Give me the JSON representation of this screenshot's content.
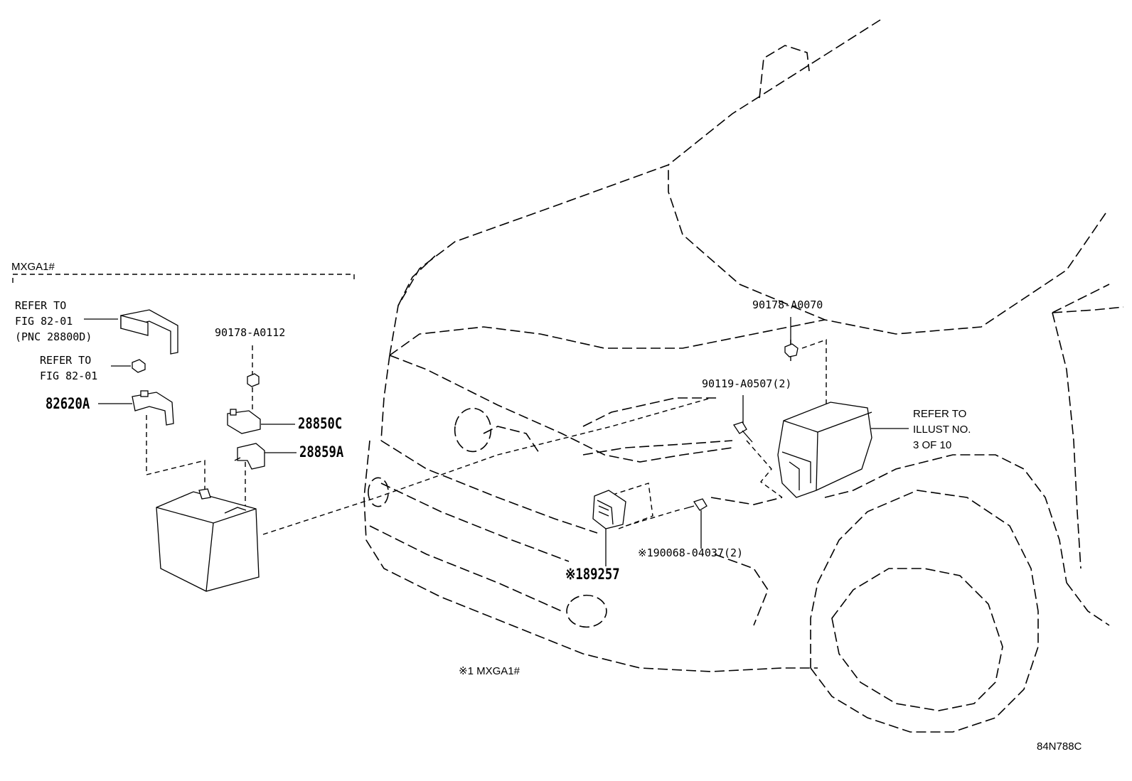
{
  "group_label": "MXGA1#",
  "labels": {
    "refer_battery_cover": "REFER TO\nFIG 82-01\n(PNC 28800D)",
    "refer_nut": "REFER TO\nFIG 82-01",
    "part_82620A": "82620A",
    "part_90178_A0112": "90178-A0112",
    "part_28850C": "28850C",
    "part_28859A": "28859A",
    "part_90178_A0070": "90178-A0070",
    "part_90119_A0507": "90119-A0507(2)",
    "refer_illust": "REFER TO\nILLUST NO.\n3 OF 10",
    "part_90068_04037": "※190068-04037(2)",
    "part_89257": "※189257",
    "footnote": "※1 MXGA1#",
    "illustration_id": "84N788C"
  }
}
